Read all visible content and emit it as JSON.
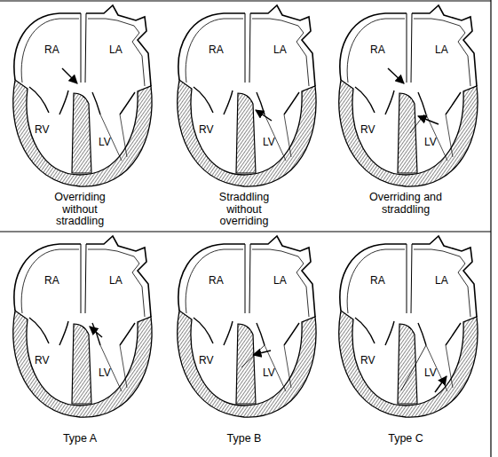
{
  "diagram": {
    "labels": [
      "RA",
      "LA",
      "RV",
      "LV",
      "Overriding without straddling",
      "RA",
      "LA",
      "RV",
      "LV",
      "Straddling without overriding",
      "RA",
      "LA",
      "RV",
      "LV",
      "Overriding and straddling",
      "RA",
      "LA",
      "RV",
      "LV",
      "Type A",
      "RA",
      "LA",
      "RV",
      "LV",
      "Type B",
      "RA",
      "LA",
      "RV",
      "LV",
      "Type C"
    ]
  }
}
